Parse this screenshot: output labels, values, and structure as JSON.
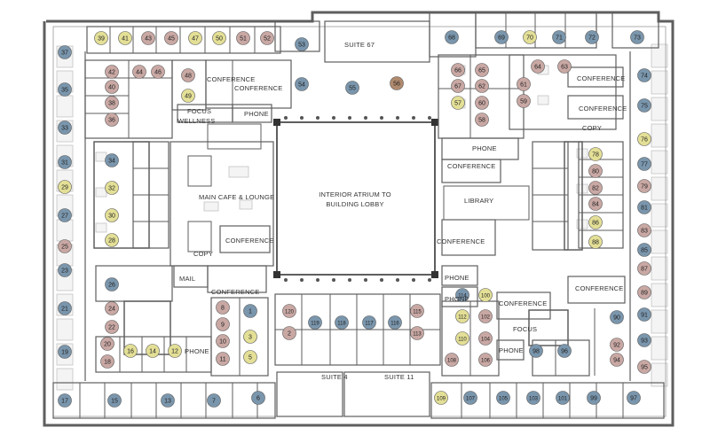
{
  "colors": {
    "blue": "#7a96ad",
    "mauve": "#c9a8a4",
    "yellow": "#e3df96",
    "brown": "#b08a6e",
    "wall": "#5e5e5e",
    "furniture": "#c4c4c4"
  },
  "labels": {
    "suite67": "SUITE 67",
    "conference_tl1": "CONFERENCE",
    "conference_tl2": "CONFERENCE",
    "focus_tl": "FOCUS",
    "phone_tl": "PHONE",
    "wellness": "WELLNESS",
    "cafe": "MAIN CAFE & LOUNGE",
    "conference_cafe": "CONFERENCE",
    "copy_l": "COPY",
    "atrium_line1": "INTERIOR ATRIUM TO",
    "atrium_line2": "BUILDING LOBBY",
    "phone_rc": "PHONE",
    "conference_rc1": "CONFERENCE",
    "library": "LIBRARY",
    "conference_rc2": "CONFERENCE",
    "conference_tr1": "CONFERENCE",
    "conference_tr2": "CONFERENCE",
    "copy_r": "COPY",
    "mail": "MAIL",
    "conference_bl": "CONFERENCE",
    "phone_bl": "PHONE",
    "phone_br1": "PHONE",
    "phone_br2": "PHONE",
    "conference_br1": "CONFERENCE",
    "conference_br2": "CONFERENCE",
    "focus_br": "FOCUS",
    "phone_br3": "PHONE",
    "suite4": "SUITE 4",
    "suite11": "SUITE 11"
  },
  "seats": [
    {
      "n": "39",
      "c": "yellow"
    },
    {
      "n": "41",
      "c": "yellow"
    },
    {
      "n": "43",
      "c": "mauve"
    },
    {
      "n": "45",
      "c": "mauve"
    },
    {
      "n": "47",
      "c": "yellow"
    },
    {
      "n": "50",
      "c": "yellow"
    },
    {
      "n": "51",
      "c": "mauve"
    },
    {
      "n": "52",
      "c": "mauve"
    },
    {
      "n": "53",
      "c": "blue"
    },
    {
      "n": "54",
      "c": "blue"
    },
    {
      "n": "55",
      "c": "blue"
    },
    {
      "n": "56",
      "c": "brown"
    },
    {
      "n": "68",
      "c": "blue"
    },
    {
      "n": "69",
      "c": "blue"
    },
    {
      "n": "70",
      "c": "yellow"
    },
    {
      "n": "71",
      "c": "blue"
    },
    {
      "n": "72",
      "c": "blue"
    },
    {
      "n": "73",
      "c": "blue"
    },
    {
      "n": "37",
      "c": "blue"
    },
    {
      "n": "35",
      "c": "blue"
    },
    {
      "n": "33",
      "c": "blue"
    },
    {
      "n": "31",
      "c": "blue"
    },
    {
      "n": "29",
      "c": "yellow"
    },
    {
      "n": "27",
      "c": "blue"
    },
    {
      "n": "25",
      "c": "mauve"
    },
    {
      "n": "23",
      "c": "blue"
    },
    {
      "n": "21",
      "c": "blue"
    },
    {
      "n": "19",
      "c": "blue"
    },
    {
      "n": "17",
      "c": "blue"
    },
    {
      "n": "15",
      "c": "blue"
    },
    {
      "n": "13",
      "c": "blue"
    },
    {
      "n": "7",
      "c": "blue"
    },
    {
      "n": "6",
      "c": "blue"
    },
    {
      "n": "42",
      "c": "mauve"
    },
    {
      "n": "44",
      "c": "mauve"
    },
    {
      "n": "46",
      "c": "mauve"
    },
    {
      "n": "48",
      "c": "mauve"
    },
    {
      "n": "40",
      "c": "mauve"
    },
    {
      "n": "38",
      "c": "mauve"
    },
    {
      "n": "36",
      "c": "mauve"
    },
    {
      "n": "49",
      "c": "yellow"
    },
    {
      "n": "34",
      "c": "blue"
    },
    {
      "n": "32",
      "c": "yellow"
    },
    {
      "n": "30",
      "c": "yellow"
    },
    {
      "n": "28",
      "c": "yellow"
    },
    {
      "n": "26",
      "c": "blue"
    },
    {
      "n": "24",
      "c": "mauve"
    },
    {
      "n": "22",
      "c": "mauve"
    },
    {
      "n": "20",
      "c": "mauve"
    },
    {
      "n": "18",
      "c": "mauve"
    },
    {
      "n": "16",
      "c": "yellow"
    },
    {
      "n": "14",
      "c": "yellow"
    },
    {
      "n": "12",
      "c": "yellow"
    },
    {
      "n": "8",
      "c": "mauve"
    },
    {
      "n": "9",
      "c": "mauve"
    },
    {
      "n": "10",
      "c": "mauve"
    },
    {
      "n": "11",
      "c": "mauve"
    },
    {
      "n": "1",
      "c": "blue"
    },
    {
      "n": "3",
      "c": "yellow"
    },
    {
      "n": "5",
      "c": "yellow"
    },
    {
      "n": "120",
      "c": "mauve"
    },
    {
      "n": "2",
      "c": "mauve"
    },
    {
      "n": "119",
      "c": "blue"
    },
    {
      "n": "118",
      "c": "blue"
    },
    {
      "n": "117",
      "c": "blue"
    },
    {
      "n": "116",
      "c": "blue"
    },
    {
      "n": "115",
      "c": "mauve"
    },
    {
      "n": "113",
      "c": "mauve"
    },
    {
      "n": "66",
      "c": "mauve"
    },
    {
      "n": "65",
      "c": "mauve"
    },
    {
      "n": "67",
      "c": "mauve"
    },
    {
      "n": "62",
      "c": "mauve"
    },
    {
      "n": "57",
      "c": "yellow"
    },
    {
      "n": "60",
      "c": "mauve"
    },
    {
      "n": "58",
      "c": "mauve"
    },
    {
      "n": "64",
      "c": "mauve"
    },
    {
      "n": "63",
      "c": "mauve"
    },
    {
      "n": "61",
      "c": "mauve"
    },
    {
      "n": "59",
      "c": "mauve"
    },
    {
      "n": "74",
      "c": "blue"
    },
    {
      "n": "75",
      "c": "blue"
    },
    {
      "n": "76",
      "c": "yellow"
    },
    {
      "n": "77",
      "c": "blue"
    },
    {
      "n": "78",
      "c": "yellow"
    },
    {
      "n": "79",
      "c": "mauve"
    },
    {
      "n": "80",
      "c": "mauve"
    },
    {
      "n": "81",
      "c": "blue"
    },
    {
      "n": "82",
      "c": "mauve"
    },
    {
      "n": "83",
      "c": "mauve"
    },
    {
      "n": "84",
      "c": "mauve"
    },
    {
      "n": "85",
      "c": "blue"
    },
    {
      "n": "86",
      "c": "yellow"
    },
    {
      "n": "87",
      "c": "mauve"
    },
    {
      "n": "88",
      "c": "yellow"
    },
    {
      "n": "89",
      "c": "mauve"
    },
    {
      "n": "90",
      "c": "blue"
    },
    {
      "n": "91",
      "c": "blue"
    },
    {
      "n": "92",
      "c": "mauve"
    },
    {
      "n": "93",
      "c": "blue"
    },
    {
      "n": "94",
      "c": "mauve"
    },
    {
      "n": "95",
      "c": "mauve"
    },
    {
      "n": "96",
      "c": "blue"
    },
    {
      "n": "97",
      "c": "blue"
    },
    {
      "n": "98",
      "c": "blue"
    },
    {
      "n": "99",
      "c": "blue"
    },
    {
      "n": "100",
      "c": "yellow"
    },
    {
      "n": "101",
      "c": "blue"
    },
    {
      "n": "102",
      "c": "mauve"
    },
    {
      "n": "103",
      "c": "blue"
    },
    {
      "n": "104",
      "c": "mauve"
    },
    {
      "n": "105",
      "c": "blue"
    },
    {
      "n": "106",
      "c": "mauve"
    },
    {
      "n": "107",
      "c": "blue"
    },
    {
      "n": "108",
      "c": "mauve"
    },
    {
      "n": "109",
      "c": "yellow"
    },
    {
      "n": "110",
      "c": "yellow"
    },
    {
      "n": "112",
      "c": "yellow"
    },
    {
      "n": "114",
      "c": "blue"
    }
  ]
}
